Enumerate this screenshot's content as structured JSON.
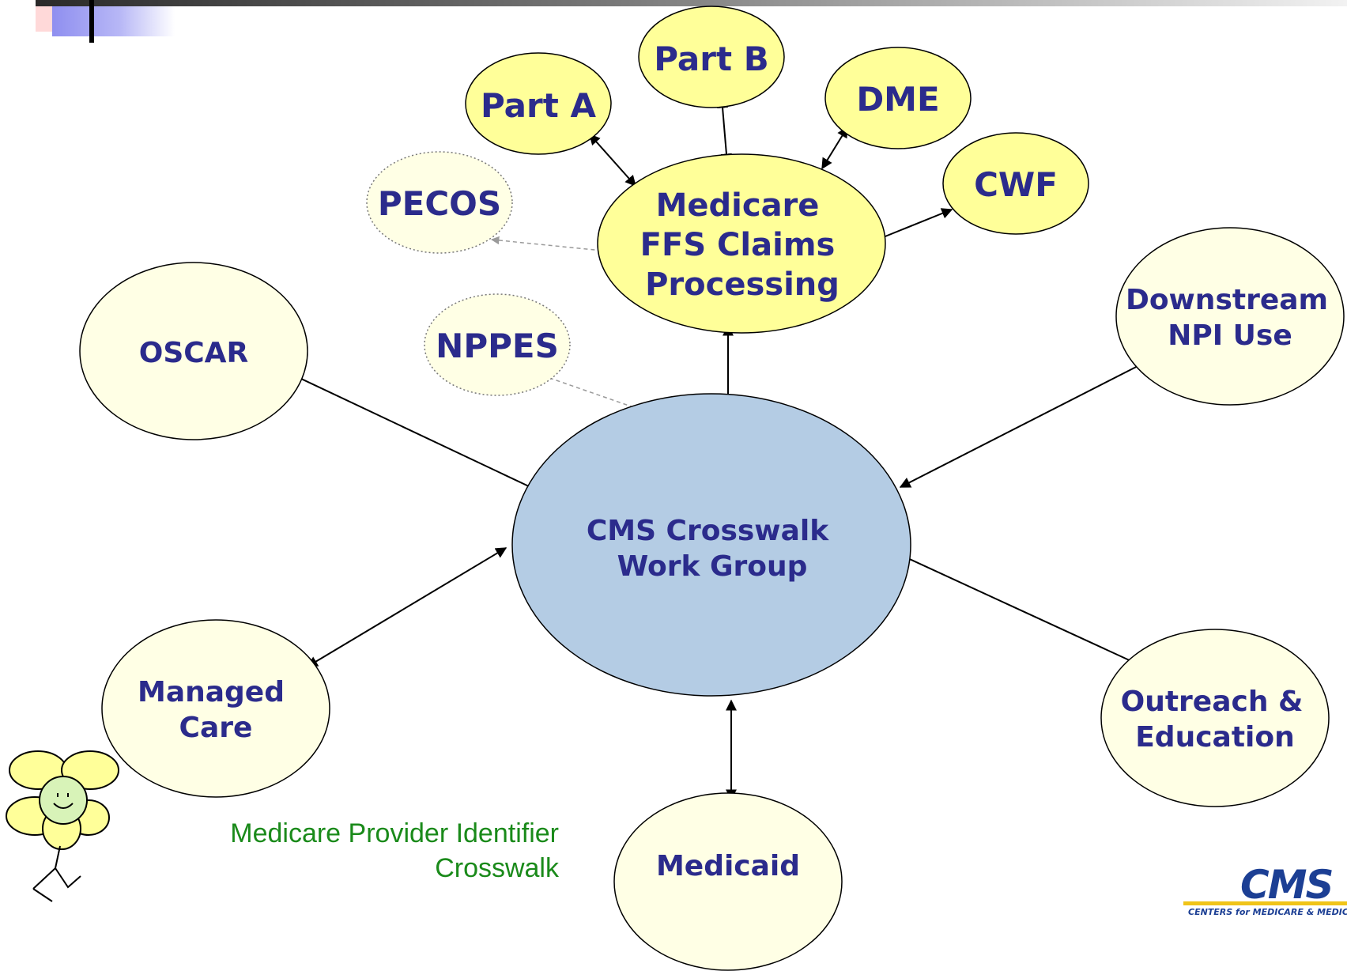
{
  "nodes": {
    "part_a": "Part A",
    "part_b": "Part B",
    "dme": "DME",
    "cwf": "CWF",
    "pecos": "PECOS",
    "medicare_ffs": [
      "Medicare",
      "FFS Claims",
      "Processing"
    ],
    "nppes": "NPPES",
    "oscar": "OSCAR",
    "downstream": [
      "Downstream",
      "NPI Use"
    ],
    "cms_crosswalk": [
      "CMS Crosswalk",
      "Work Group"
    ],
    "managed_care": [
      "Managed",
      "Care"
    ],
    "outreach": [
      "Outreach &",
      "Education"
    ],
    "medicaid": "Medicaid"
  },
  "caption": {
    "line1": "Medicare Provider Identifier",
    "line2": "Crosswalk"
  },
  "logo": {
    "mark": "CMS",
    "text": "CENTERS for MEDICARE & MEDICAID SERVICES"
  },
  "colors": {
    "yellow_node": "#ffff99",
    "pale_node": "#ffffe5",
    "center_node": "#b4cce4",
    "label_text": "#2b2b8c",
    "caption_text": "#1a8a1a"
  }
}
